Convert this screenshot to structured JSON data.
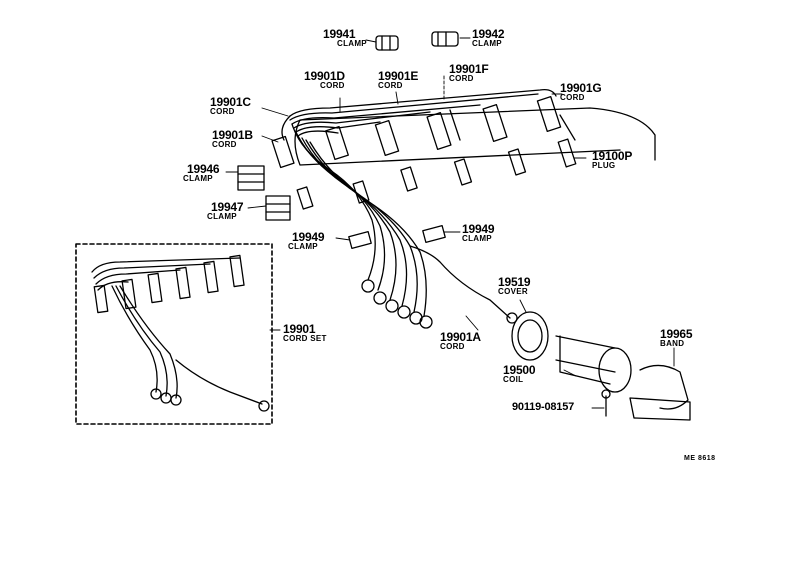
{
  "parts": {
    "p19941": {
      "number": "19941",
      "name": "CLAMP"
    },
    "p19942": {
      "number": "19942",
      "name": "CLAMP"
    },
    "p19901D": {
      "number": "19901D",
      "name": "CORD"
    },
    "p19901E": {
      "number": "19901E",
      "name": "CORD"
    },
    "p19901F": {
      "number": "19901F",
      "name": "CORD"
    },
    "p19901G": {
      "number": "19901G",
      "name": "CORD"
    },
    "p19901C": {
      "number": "19901C",
      "name": "CORD"
    },
    "p19901B": {
      "number": "19901B",
      "name": "CORD"
    },
    "p19100P": {
      "number": "19100P",
      "name": "PLUG"
    },
    "p19946": {
      "number": "19946",
      "name": "CLAMP"
    },
    "p19947": {
      "number": "19947",
      "name": "CLAMP"
    },
    "p19949a": {
      "number": "19949",
      "name": "CLAMP"
    },
    "p19949b": {
      "number": "19949",
      "name": "CLAMP"
    },
    "p19519": {
      "number": "19519",
      "name": "COVER"
    },
    "p19965": {
      "number": "19965",
      "name": "BAND"
    },
    "p19901": {
      "number": "19901",
      "name": "CORD SET"
    },
    "p19901A": {
      "number": "19901A",
      "name": "CORD"
    },
    "p19500": {
      "number": "19500",
      "name": "COIL"
    },
    "p90119": {
      "number": "90119-08157"
    }
  },
  "diagram_code": "ME 8618"
}
